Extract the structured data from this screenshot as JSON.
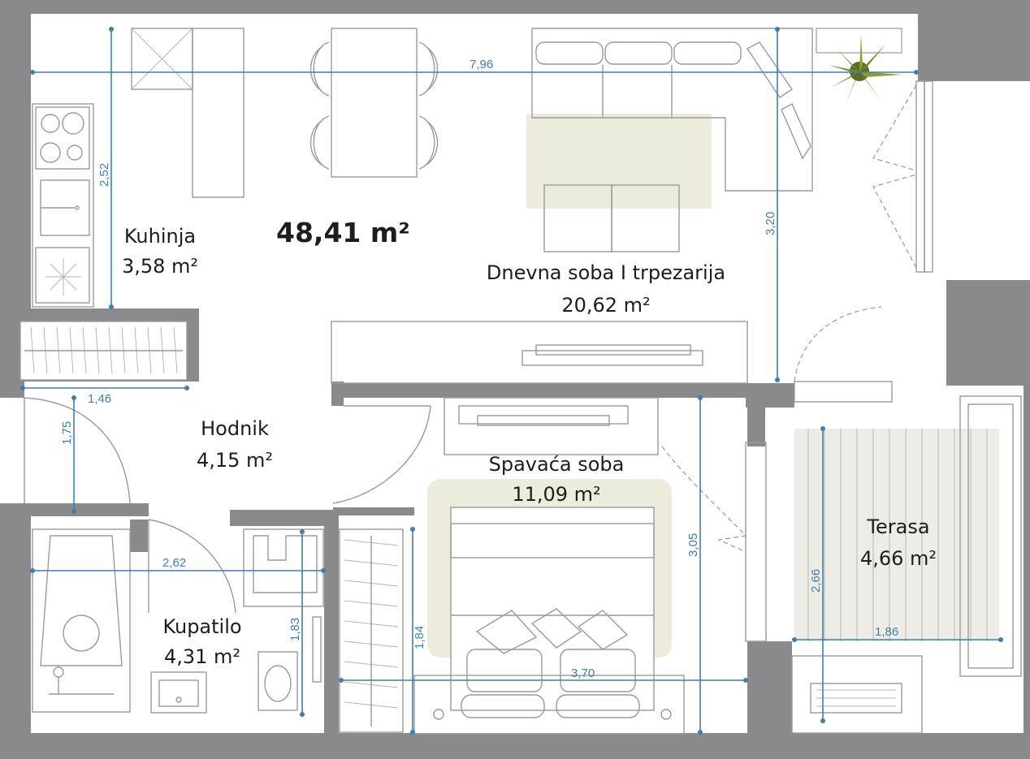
{
  "floor_plan": {
    "total_area": "48,41 m²",
    "rooms": {
      "kitchen": {
        "name": "Kuhinja",
        "area": "3,58 m²"
      },
      "living": {
        "name": "Dnevna soba I trpezarija",
        "area": "20,62 m²"
      },
      "hall": {
        "name": "Hodnik",
        "area": "4,15 m²"
      },
      "bedroom": {
        "name": "Spavaća soba",
        "area": "11,09 m²"
      },
      "terrace": {
        "name": "Terasa",
        "area": "4,66 m²"
      },
      "bathroom": {
        "name": "Kupatilo",
        "area": "4,31 m²"
      }
    },
    "dimensions": {
      "living_width": "7,96",
      "kitchen_depth": "2,52",
      "living_depth": "3,20",
      "hall_width": "1,46",
      "hall_depth": "1,75",
      "bath_width": "2,62",
      "bath_depth": "1,83",
      "bed_depth_left": "1,84",
      "bed_width": "3,70",
      "bed_depth": "3,05",
      "terrace_depth": "2,66",
      "terrace_width": "1,86"
    },
    "colors": {
      "wall": "#8a8a8d",
      "dimension": "#3f7fae",
      "rug": "#ecebdc",
      "terrace_floor": "#efece6",
      "text": "#1d1d1b"
    }
  }
}
